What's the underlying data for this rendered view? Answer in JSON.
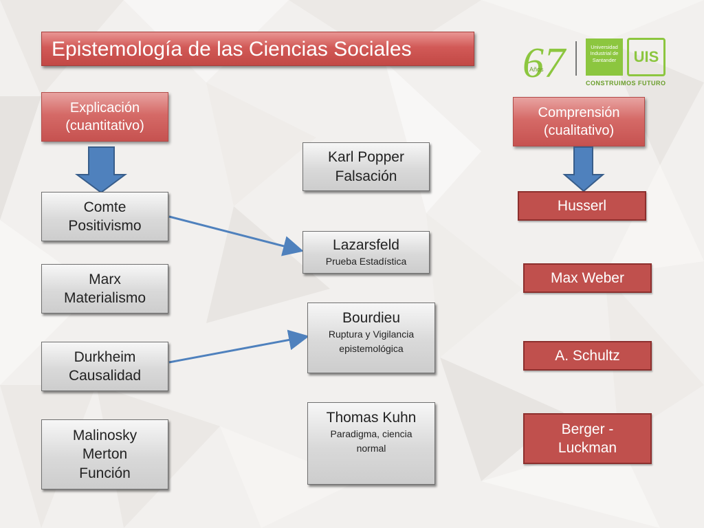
{
  "title": "Epistemología de las Ciencias Sociales",
  "logo": {
    "anniversary_number": "67",
    "anniversary_word": "Años",
    "university": "Universidad Industrial de Santander",
    "mark": "UIS",
    "tagline": "CONSTRUIMOS FUTURO"
  },
  "left_header": {
    "line1": "Explicación",
    "line2": "(cuantitativo)"
  },
  "right_header": {
    "line1": "Comprensión",
    "line2": "(cualitativo)"
  },
  "left_column": [
    {
      "line1": "Comte",
      "line2": "Positivismo"
    },
    {
      "line1": "Marx",
      "line2": "Materialismo"
    },
    {
      "line1": "Durkheim",
      "line2": "Causalidad"
    },
    {
      "line1": "Malinosky",
      "line2": "Merton",
      "line3": "Función"
    }
  ],
  "middle_column": [
    {
      "name": "Karl Popper",
      "sub": "Falsación"
    },
    {
      "name": "Lazarsfeld",
      "sub": "Prueba Estadística"
    },
    {
      "name": "Bourdieu",
      "sub": "Ruptura y Vigilancia epistemológica"
    },
    {
      "name": "Thomas Kuhn",
      "sub": "Paradigma, ciencia normal"
    }
  ],
  "right_column": [
    {
      "label": "Husserl"
    },
    {
      "label": "Max Weber"
    },
    {
      "label": "A. Schultz"
    },
    {
      "label": "Berger - Luckman"
    }
  ],
  "colors": {
    "accent_red": "#c0504d",
    "arrow_blue": "#4f81bd",
    "logo_green": "#8cc63f"
  }
}
